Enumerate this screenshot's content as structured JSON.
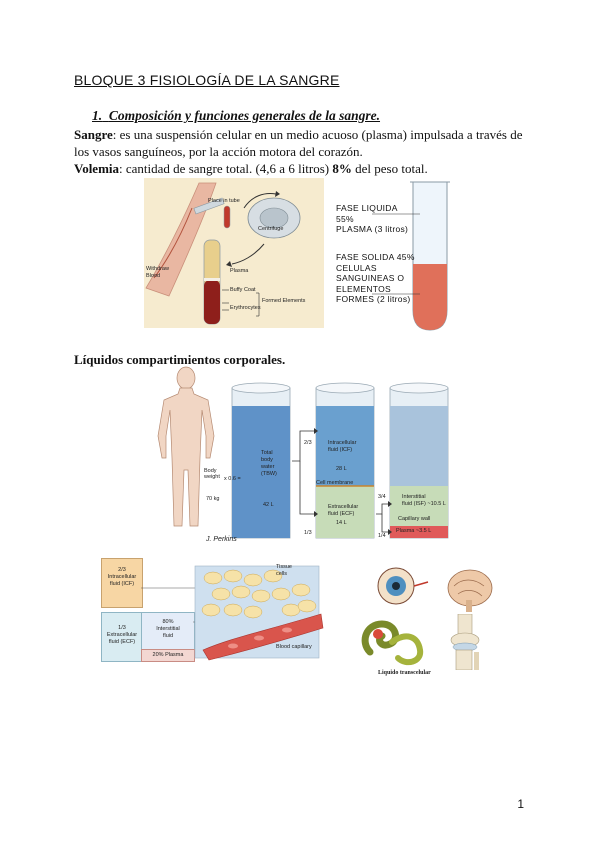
{
  "title": "BLOQUE 3 FISIOLOGÍA DE LA SANGRE",
  "section1": {
    "number": "1.",
    "heading": "Composición y funciones generales de la sangre."
  },
  "sangre": {
    "term": "Sangre",
    "text": ": es una suspensión celular en un medio acuoso (plasma) impulsada a través de los vasos sanguíneos, por la acción motora del corazón."
  },
  "volemia": {
    "term": "Volemia",
    "text": ": cantidad de sangre total. (4,6 a 6 litros) ",
    "highlight": "8%",
    "rest": " del peso total."
  },
  "centrifuge_figure": {
    "labels": {
      "place_in_tube": "Place in tube",
      "centrifuge": "Centrifuge",
      "withdraw_blood": "Withdraw Blood",
      "plasma": "Plasma",
      "buffy_coat": "Buffy Coat",
      "erythrocytes": "Erythrocytes",
      "formed_elements": "Formed Elements"
    }
  },
  "tube": {
    "liquid_phase": [
      "FASE LIQUIDA",
      "55%",
      "PLASMA (3 litros)"
    ],
    "solid_phase": [
      "FASE SOLIDA 45%",
      "CELULAS",
      "SANGUINEAS O",
      "ELEMENTOS",
      "FORMES (2 litros)"
    ],
    "colors": {
      "plasma": "#eef5fb",
      "cells": "#e0705a",
      "border": "#8a9aa6"
    }
  },
  "section2_heading": "Líquidos compartimientos corporales.",
  "body_water_figure": {
    "body_weight": "Body weight",
    "times": "x 0.6 =",
    "weight": "70 kg",
    "tbw": [
      "Total",
      "body",
      "water",
      "(TBW)"
    ],
    "tbw_value": "42 L",
    "icf": [
      "Intracellular",
      "fluid (ICF)"
    ],
    "icf_value": "28 L",
    "cell_membrane": "Cell membrane",
    "ecf": [
      "Extracellular",
      "fluid (ECF)"
    ],
    "ecf_value": "14 L",
    "frac_two_thirds": "2/3",
    "frac_one_third": "1/3",
    "frac_three_quarters": "3/4",
    "frac_one_quarter": "1/4",
    "isf": [
      "Interstitial",
      "fluid (ISF) ~10.5 L"
    ],
    "capillary_wall": "Capillary wall",
    "plasma": "Plasma ~3.5 L",
    "signature": "J. Perkins"
  },
  "compartment_figure": {
    "icf_box": [
      "2/3",
      "Intracellular",
      "fluid (ICF)"
    ],
    "ecf_box": [
      "1/3",
      "Extracellular",
      "fluid (ECF)"
    ],
    "interstitial_box": [
      "80%",
      "Interstitial",
      "fluid"
    ],
    "plasma_box": "20% Plasma",
    "tissue_cells": [
      "Tissue",
      "cells"
    ],
    "blood_capillary": "Blood capillary"
  },
  "transcellular_caption": "Liquido transcelular",
  "page_number": "1"
}
